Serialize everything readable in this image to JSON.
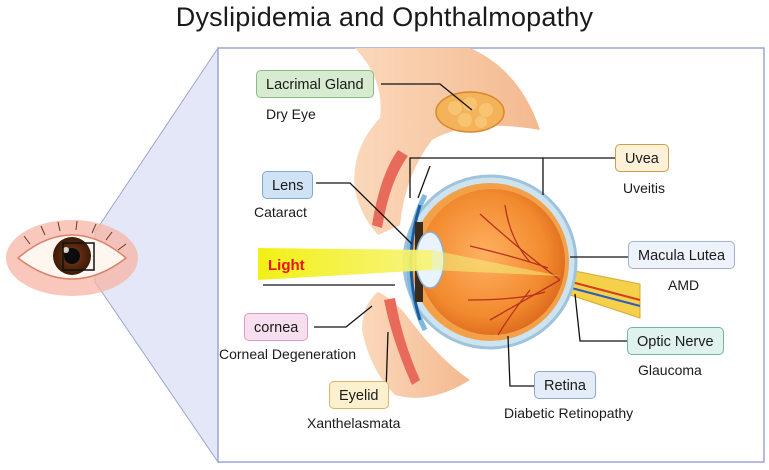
{
  "title": "Dyslipidemia and Ophthalmopathy",
  "light_label": "Light",
  "colors": {
    "frame": "#9aa6d4",
    "funnel": "#e3e7f7",
    "light_beam": "#f3f000",
    "light_text": "#ee1111",
    "globe": "#f28a2e",
    "skin": "#f7c9a3"
  },
  "labels": [
    {
      "id": "lacrimal",
      "tag": "Lacrimal Gland",
      "caption": "Dry Eye",
      "bg": "#d6ebcf",
      "border": "#8cba83"
    },
    {
      "id": "lens",
      "tag": "Lens",
      "caption": "Cataract",
      "bg": "#cfe3f5",
      "border": "#7fa9d4"
    },
    {
      "id": "cornea",
      "tag": "cornea",
      "caption": "Corneal Degeneration",
      "bg": "#f8dff0",
      "border": "#d99ac7"
    },
    {
      "id": "eyelid",
      "tag": "Eyelid",
      "caption": "Xanthelasmata",
      "bg": "#fdf0cf",
      "border": "#d8b766"
    },
    {
      "id": "uvea",
      "tag": "Uvea",
      "caption": "Uveitis",
      "bg": "#fdf2d8",
      "border": "#cf9e4a"
    },
    {
      "id": "macula",
      "tag": "Macula Lutea",
      "caption": "AMD",
      "bg": "#eef3fb",
      "border": "#9fb2d3"
    },
    {
      "id": "optic",
      "tag": "Optic Nerve",
      "caption": "Glaucoma",
      "bg": "#dff2ee",
      "border": "#6fb7a8"
    },
    {
      "id": "retina",
      "tag": "Retina",
      "caption": "Diabetic Retinopathy",
      "bg": "#e4ecf8",
      "border": "#8ea7cf"
    }
  ]
}
